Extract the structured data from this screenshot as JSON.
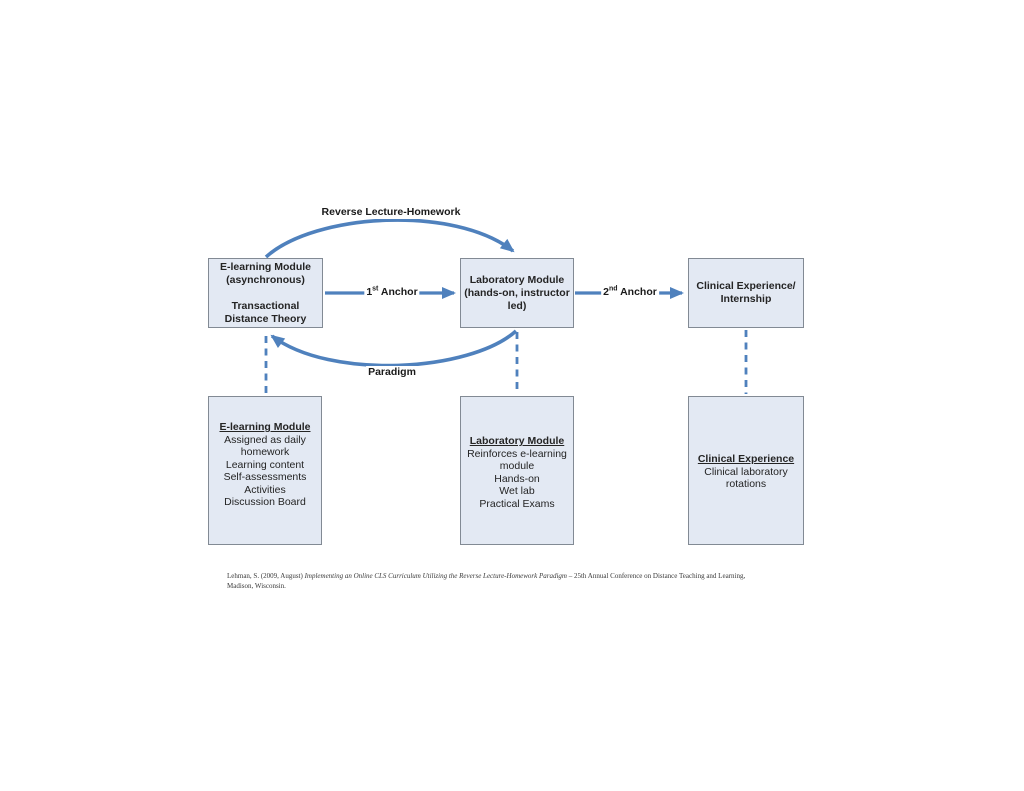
{
  "colors": {
    "arrow_blue": "#4f81bd",
    "box_fill": "#e3e9f3",
    "box_border": "#828a94"
  },
  "connectors": {
    "reverse_label": "Reverse Lecture-Homework",
    "paradigm_label": "Paradigm",
    "anchor1": {
      "base": "1",
      "sup": "st",
      "rest": " Anchor"
    },
    "anchor2": {
      "base": "2",
      "sup": "nd",
      "rest": " Anchor"
    }
  },
  "top_boxes": [
    {
      "lines": [
        "E-learning Module",
        "(asynchronous)",
        "",
        "Transactional",
        "Distance Theory"
      ]
    },
    {
      "lines": [
        "Laboratory Module",
        "(hands-on, instructor",
        "led)"
      ]
    },
    {
      "lines": [
        "Clinical Experience/",
        "Internship"
      ]
    }
  ],
  "bottom_boxes": [
    {
      "heading": "E-learning Module",
      "lines": [
        "Assigned as daily",
        "homework",
        "Learning content",
        "Self-assessments",
        "Activities",
        "Discussion Board"
      ]
    },
    {
      "heading": "Laboratory Module",
      "lines": [
        "Reinforces e-learning",
        "module",
        "Hands-on",
        "Wet lab",
        "Practical Exams"
      ]
    },
    {
      "heading": "Clinical Experience",
      "lines": [
        "Clinical laboratory",
        "rotations"
      ]
    }
  ],
  "citation": {
    "pre": "Lehman, S. (2009, August) ",
    "title_italic": "Implementing an Online CLS Curriculum Utilizing the Reverse Lecture-Homework Paradigm",
    "post": " – 25th Annual Conference on Distance Teaching and Learning,",
    "line2": "Madison, Wisconsin."
  }
}
